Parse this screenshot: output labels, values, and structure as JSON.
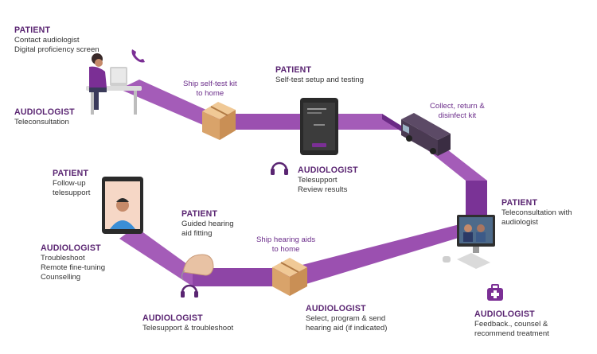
{
  "colors": {
    "path_light": "#a45cb8",
    "path_dark": "#7a3396",
    "role_text": "#5a2572",
    "body_text": "#333333",
    "ship_text": "#6b2d8a",
    "box": "#e2b27a",
    "van": "#4a3a52"
  },
  "steps": {
    "s1": {
      "role": "PATIENT",
      "lines": [
        "Contact audiologist",
        "Digital proficiency screen"
      ]
    },
    "s2": {
      "role": "AUDIOLOGIST",
      "lines": [
        "Teleconsultation"
      ]
    },
    "s3": {
      "role": "PATIENT",
      "lines": [
        "Self-test setup and testing"
      ]
    },
    "s4": {
      "role": "AUDIOLOGIST",
      "lines": [
        "Telesupport",
        "Review results"
      ]
    },
    "s5": {
      "role": "PATIENT",
      "lines": [
        "Teleconsultation with",
        "audiologist"
      ]
    },
    "s6": {
      "role": "AUDIOLOGIST",
      "lines": [
        "Feedback., counsel &",
        "recommend treatment"
      ]
    },
    "s7": {
      "role": "AUDIOLOGIST",
      "lines": [
        "Select, program & send",
        "hearing aid (if indicated)"
      ]
    },
    "s8": {
      "role": "AUDIOLOGIST",
      "lines": [
        "Telesupport & troubleshoot"
      ]
    },
    "s9": {
      "role": "PATIENT",
      "lines": [
        "Guided hearing",
        "aid fitting"
      ]
    },
    "s10": {
      "role": "PATIENT",
      "lines": [
        "Follow-up",
        "telesupport"
      ]
    },
    "s11": {
      "role": "AUDIOLOGIST",
      "lines": [
        "Troubleshoot",
        "Remote fine-tuning",
        "Counselling"
      ]
    }
  },
  "shipping": {
    "kit": [
      "Ship self-test kit",
      "to home"
    ],
    "collect": [
      "Collect, return &",
      "disinfect kit"
    ],
    "aids": [
      "Ship hearing aids",
      "to home"
    ]
  }
}
